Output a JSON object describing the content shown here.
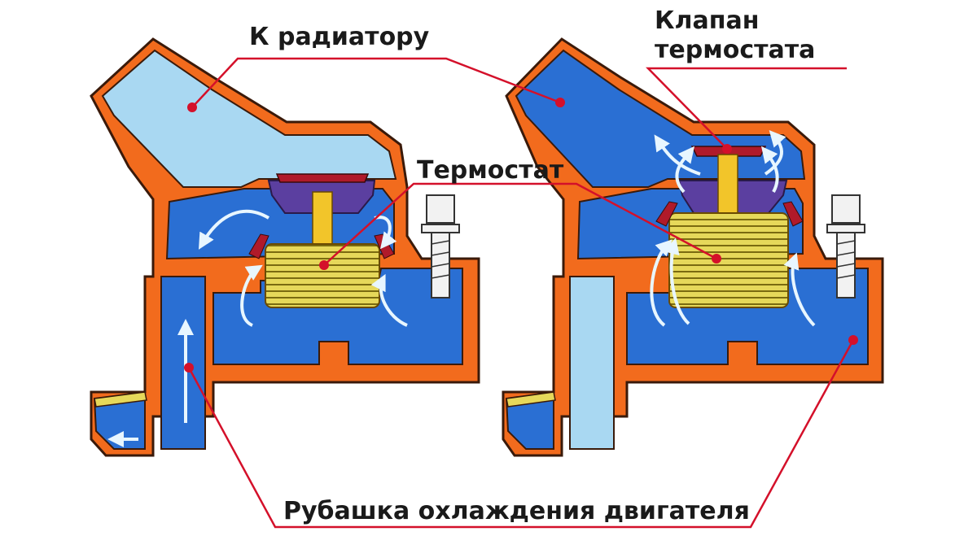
{
  "labels": {
    "to_radiator": "К радиатору",
    "valve_line1": "Клапан",
    "valve_line2": "термостата",
    "thermostat": "Термостат",
    "engine_jacket": "Рубашка охлаждения двигателя"
  },
  "colors": {
    "housing": "#f26b1d",
    "housing_outline": "#3a1a0a",
    "coolant_hot": "#2a6fd3",
    "coolant_cold": "#a9d8f2",
    "flow_arrow": "#e8f6ff",
    "leader_line": "#d4102a",
    "bellows": "#e6d85a",
    "valve": "#b01a2a",
    "valve_seat": "#5b3fa0",
    "bolt": "#f2f2f2"
  },
  "panels": {
    "left_state": "closed",
    "right_state": "open"
  }
}
